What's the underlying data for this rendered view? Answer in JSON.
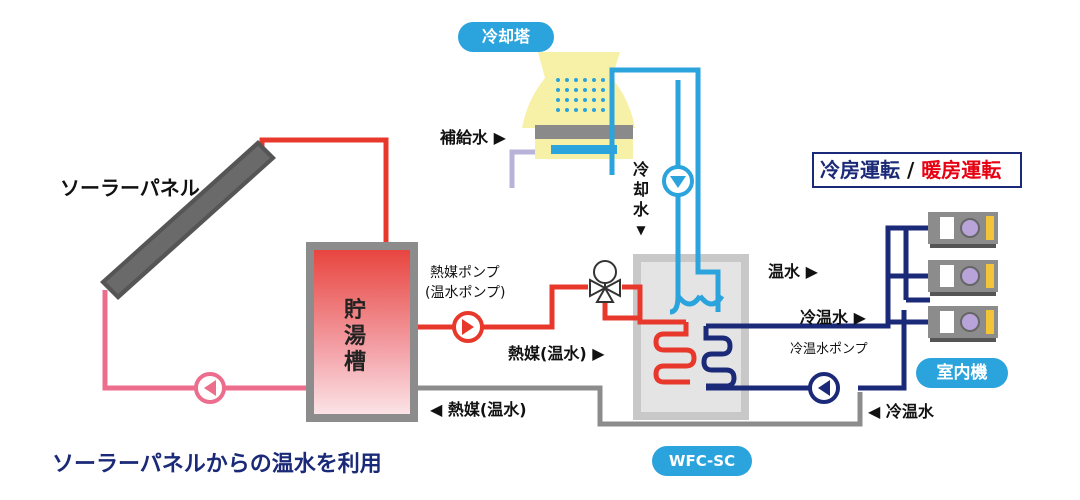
{
  "labels": {
    "cooling_tower": "冷却塔",
    "makeup_water": "補給水 ▶",
    "solar_panel": "ソーラーパネル",
    "tank_lines": [
      "貯",
      "湯",
      "槽"
    ],
    "heat_pump_line1": "熱媒ポンプ",
    "heat_pump_line2": "(温水ポンプ)",
    "heat_medium_right": "熱媒(温水) ▶",
    "heat_medium_left": "◀  熱媒(温水)",
    "cooling_water_chars": [
      "冷",
      "却",
      "水",
      "▼"
    ],
    "hot_water": "温水 ▶",
    "chw_right": "冷温水 ▶",
    "chw_pump": "冷温水ポンプ",
    "chw_left": "◀ 冷温水",
    "indoor_unit": "室内機",
    "unit_name": "WFC-SC",
    "caption": "ソーラーパネルからの温水を利用"
  },
  "legend": {
    "cooling": "冷房運転",
    "separator": " / ",
    "heating": "暖房運転"
  },
  "colors": {
    "red": "#e8382c",
    "pink": "#ec6d8c",
    "navy": "#1b2a78",
    "blue": "#2ba3dc",
    "gray": "#8c8c8c",
    "lavender": "#b9b3d9"
  },
  "icons": [
    "pump-icon",
    "three-way-valve-icon",
    "fan-icon"
  ]
}
